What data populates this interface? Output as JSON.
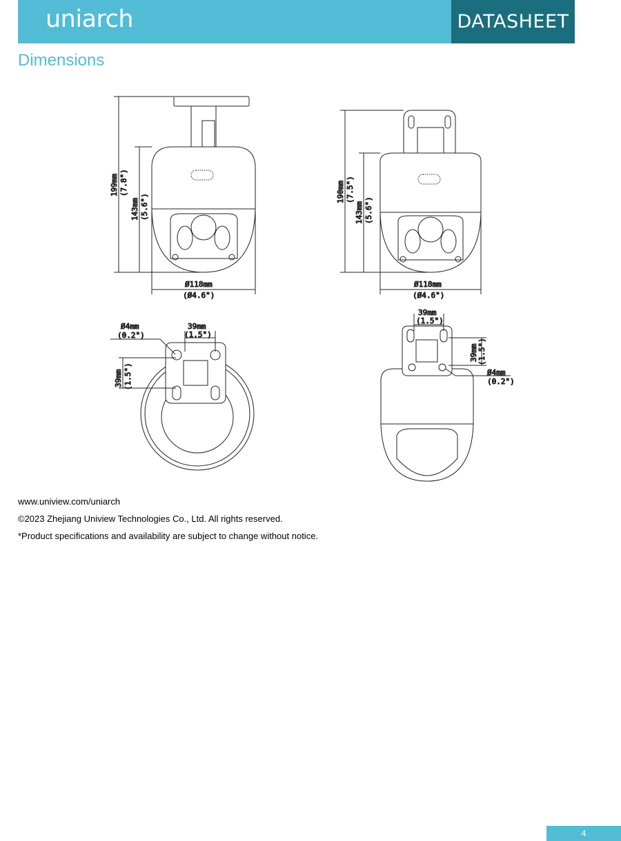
{
  "header": {
    "logo": "uniarch",
    "doc_type": "DATASHEET"
  },
  "section_title": "Dimensions",
  "drawings": {
    "front": {
      "height_total": "199mm",
      "height_total_in": "(7.8\")",
      "height_body": "143mm",
      "height_body_in": "(5.6\")",
      "diameter": "Ø118mm",
      "diameter_in": "(Ø4.6\")"
    },
    "side": {
      "height_total": "190mm",
      "height_total_in": "(7.5\")",
      "height_body": "143mm",
      "height_body_in": "(5.6\")",
      "diameter": "Ø118mm",
      "diameter_in": "(Ø4.6\")"
    },
    "bottom": {
      "hole": "Ø4mm",
      "hole_in": "(0.2\")",
      "spacing_h": "39mm",
      "spacing_h_in": "(1.5\")",
      "spacing_v": "39mm",
      "spacing_v_in": "(1.5\")"
    },
    "rear": {
      "spacing_h": "39mm",
      "spacing_h_in": "(1.5\")",
      "spacing_v": "39mm",
      "spacing_v_in": "(1.5\")",
      "hole": "Ø4mm",
      "hole_in": "(0.2\")"
    }
  },
  "footer": {
    "website": "www.uniview.com/uniarch",
    "copyright": "©2023 Zhejiang Uniview Technologies Co., Ltd. All rights reserved.",
    "notice": "*Product specifications and availability are subject to change without notice."
  },
  "page_number": "4"
}
